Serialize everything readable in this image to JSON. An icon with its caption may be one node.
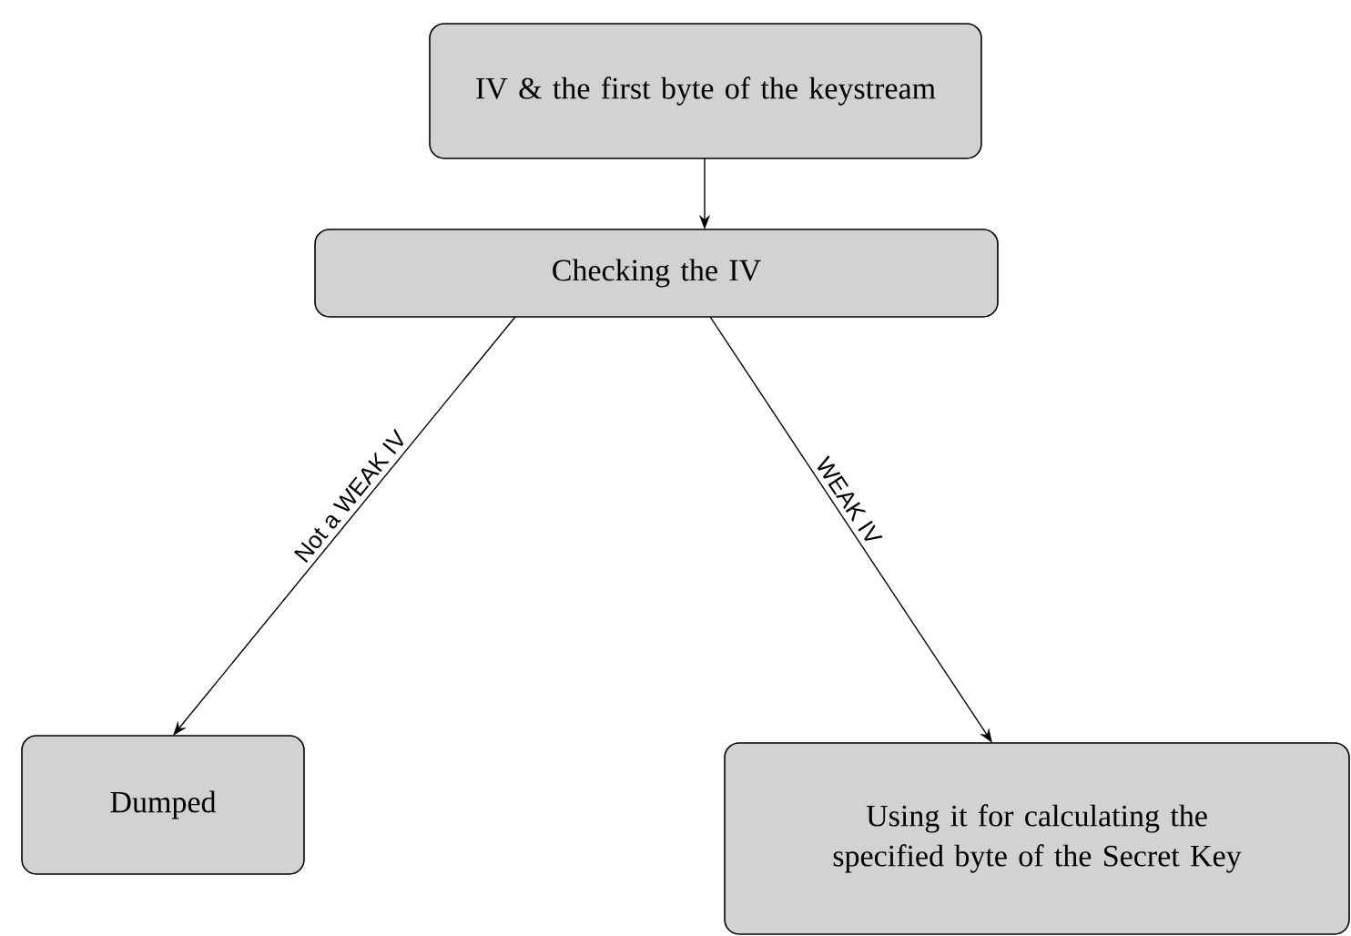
{
  "diagram": {
    "nodes": [
      {
        "text": [
          "IV & the first byte of the keystream"
        ]
      },
      {
        "text": [
          "Checking the IV"
        ]
      },
      {
        "text": [
          "Dumped"
        ]
      },
      {
        "text": [
          "Using it for calculating the specified byte of the Secret Key"
        ]
      }
    ],
    "edges": [
      {
        "from": 0,
        "to": 1,
        "arrow": "to"
      },
      {
        "from": 1,
        "to": 2,
        "arrow": "to",
        "label": "Not a WEAK IV"
      },
      {
        "from": 1,
        "to": 3,
        "arrow": "to",
        "label": "WEAK IV"
      }
    ]
  }
}
